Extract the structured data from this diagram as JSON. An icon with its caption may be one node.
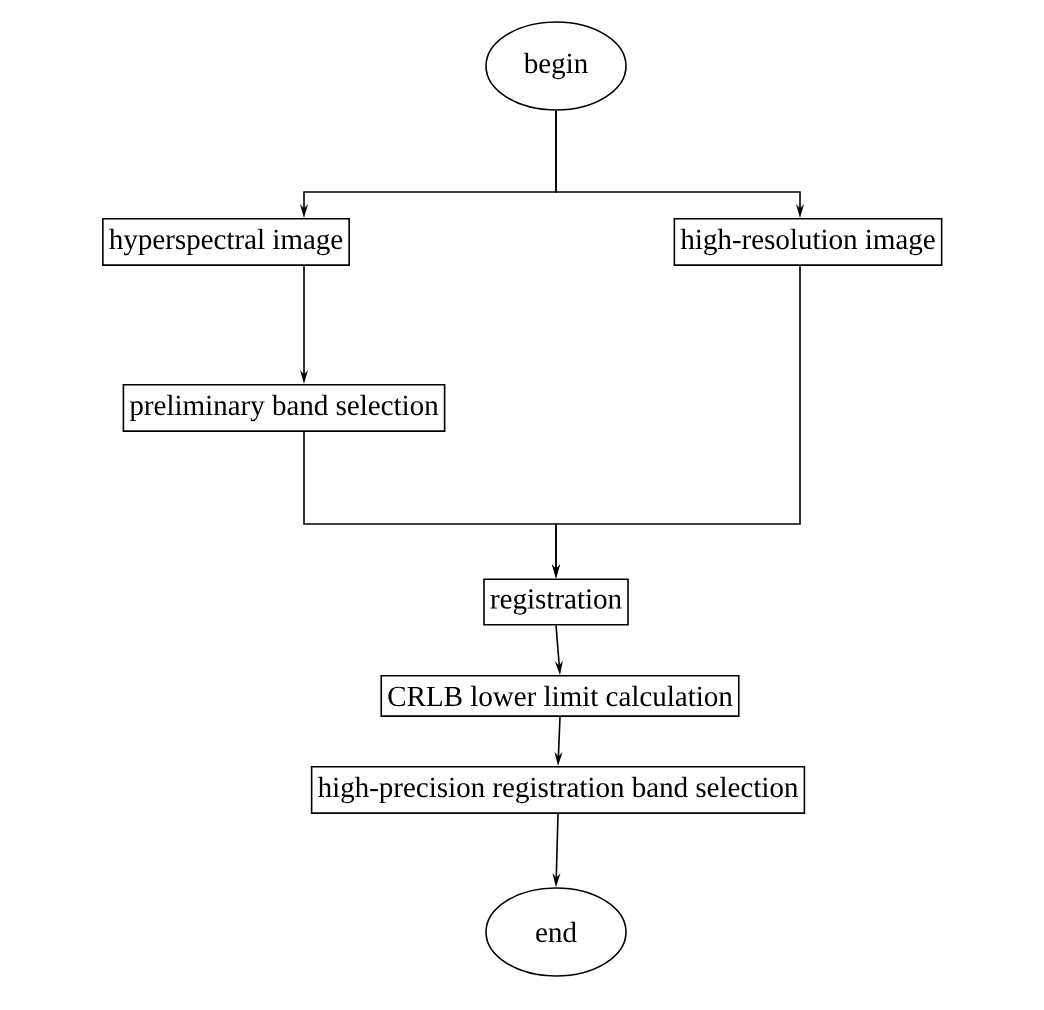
{
  "diagram": {
    "nodes": [
      {
        "text": [
          "begin"
        ]
      },
      {
        "text": [
          "hyperspectral image"
        ]
      },
      {
        "text": [
          "high-resolution image"
        ]
      },
      {
        "text": [
          "preliminary band selection"
        ]
      },
      {
        "text": [
          "registration"
        ]
      },
      {
        "text": [
          "CRLB lower limit calculation"
        ]
      },
      {
        "text": [
          "high-precision registration band selection"
        ]
      },
      {
        "text": [
          "end"
        ]
      }
    ],
    "edges": [
      {
        "from": 0,
        "to": 1,
        "arrow": "to"
      },
      {
        "from": 0,
        "to": 2,
        "arrow": "to"
      },
      {
        "from": 1,
        "to": 3,
        "arrow": "to"
      },
      {
        "from": 3,
        "to": 4,
        "arrow": "to"
      },
      {
        "from": 2,
        "to": 4,
        "arrow": "to"
      },
      {
        "from": 4,
        "to": 5,
        "arrow": "to"
      },
      {
        "from": 5,
        "to": 6,
        "arrow": "to"
      },
      {
        "from": 6,
        "to": 7,
        "arrow": "to"
      }
    ]
  }
}
